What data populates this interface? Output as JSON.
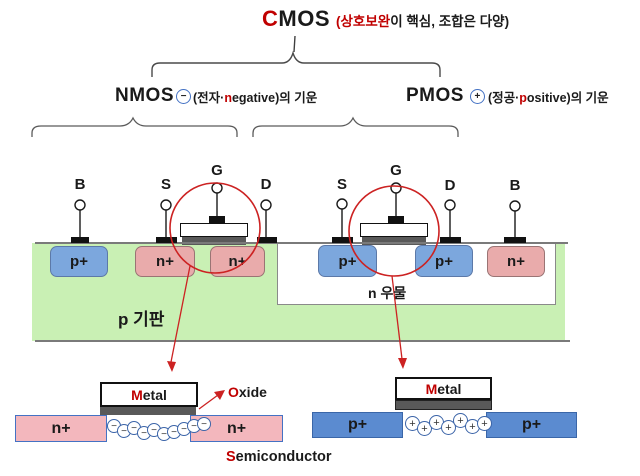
{
  "title": {
    "accent": "C",
    "rest": "MOS",
    "sub_accent": "(상호보완",
    "sub_rest": "이 핵심, 조합은 다양)"
  },
  "headers": {
    "nmos": {
      "name": "NMOS",
      "charge": "−",
      "pre": "(전자·",
      "accent": "n",
      "word_rest": "egative",
      "post": ")의 기운"
    },
    "pmos": {
      "name": "PMOS",
      "charge": "+",
      "pre": "(정공·",
      "accent": "p",
      "word_rest": "ositive",
      "post": ")의 기운"
    }
  },
  "cross_section": {
    "substrate_label": "p 기판",
    "well_label": "n 우물",
    "nmos": {
      "terminals": [
        {
          "label": "B"
        },
        {
          "label": "S"
        },
        {
          "label": "G"
        },
        {
          "label": "D"
        }
      ],
      "regions": [
        {
          "label": "p+"
        },
        {
          "label": "n+"
        },
        {
          "label": "n+"
        }
      ]
    },
    "pmos": {
      "terminals": [
        {
          "label": "S"
        },
        {
          "label": "G"
        },
        {
          "label": "D"
        },
        {
          "label": "B"
        }
      ],
      "regions": [
        {
          "label": "p+"
        },
        {
          "label": "p+"
        },
        {
          "label": "n+"
        }
      ]
    }
  },
  "details": {
    "nmos": {
      "metal_accent": "M",
      "metal_rest": "etal",
      "oxide_accent": "O",
      "oxide_rest": "xide",
      "left_region": "n+",
      "right_region": "n+",
      "charges": {
        "count": 10,
        "symbol": "−"
      }
    },
    "pmos": {
      "metal_accent": "M",
      "metal_rest": "etal",
      "left_region": "p+",
      "right_region": "p+",
      "charges": {
        "count": 7,
        "symbol": "+"
      }
    },
    "semiconductor_accent": "S",
    "semiconductor_rest": "emiconductor"
  },
  "colors": {
    "accent_red": "#c00000",
    "annotation_red": "#cc2222",
    "p_region_fill": "#7ca7dd",
    "n_region_fill": "#e9abab",
    "substrate_fill": "#c9f0b4",
    "oxide_gray": "#595959",
    "detail_n_fill": "#f3b7bd",
    "detail_p_fill": "#5b8bd0",
    "charge_ring": "#3b64a8"
  }
}
